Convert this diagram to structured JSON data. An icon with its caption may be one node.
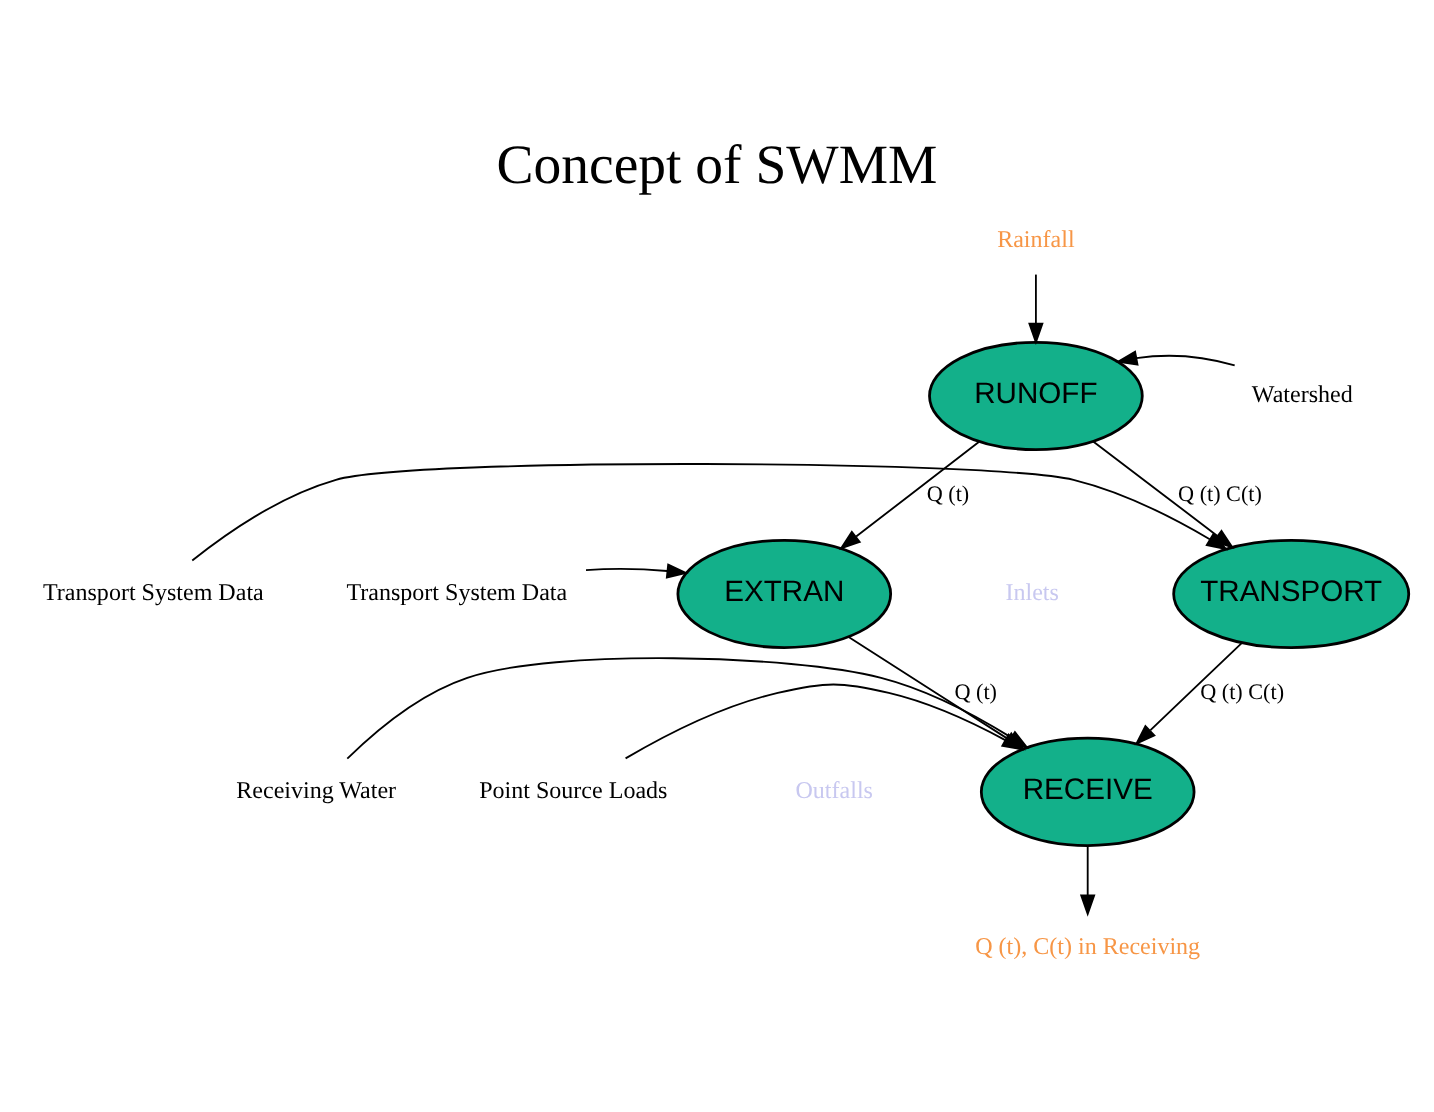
{
  "diagram": {
    "title": "Concept of SWMM",
    "nodes": [
      {
        "text": [
          "RUNOFF"
        ]
      },
      {
        "text": [
          "EXTRAN"
        ]
      },
      {
        "text": [
          "TRANSPORT"
        ]
      },
      {
        "text": [
          "RECEIVE"
        ]
      },
      {
        "text": [
          "Rainfall"
        ]
      },
      {
        "text": [
          "Watershed"
        ]
      },
      {
        "text": [
          "Transport System Data"
        ]
      },
      {
        "text": [
          "Transport System Data"
        ]
      },
      {
        "text": [
          "Point Source Loads"
        ]
      },
      {
        "text": [
          "Receiving Water"
        ]
      },
      {
        "text": [
          "Q (t), C(t) in Receiving"
        ]
      }
    ],
    "edges": [
      {
        "from": 4,
        "to": 0,
        "arrow": "to"
      },
      {
        "from": 5,
        "to": 0,
        "arrow": "to"
      },
      {
        "from": 0,
        "to": 1,
        "arrow": "to",
        "label": "Q (t)"
      },
      {
        "from": 0,
        "to": 2,
        "arrow": "to",
        "label": "Q (t) C(t)"
      },
      {
        "from": 6,
        "to": 1,
        "arrow": "to"
      },
      {
        "from": 7,
        "to": 2,
        "arrow": "to"
      },
      {
        "from": 1,
        "to": 3,
        "arrow": "to",
        "label": "Q (t)"
      },
      {
        "from": 2,
        "to": 3,
        "arrow": "to",
        "label": "Q (t) C(t)"
      },
      {
        "from": 8,
        "to": 3,
        "arrow": "to"
      },
      {
        "from": 9,
        "to": 3,
        "arrow": "to"
      },
      {
        "from": 3,
        "to": 10,
        "arrow": "to"
      }
    ],
    "labels": [
      "Inlets",
      "Outfalls"
    ]
  }
}
